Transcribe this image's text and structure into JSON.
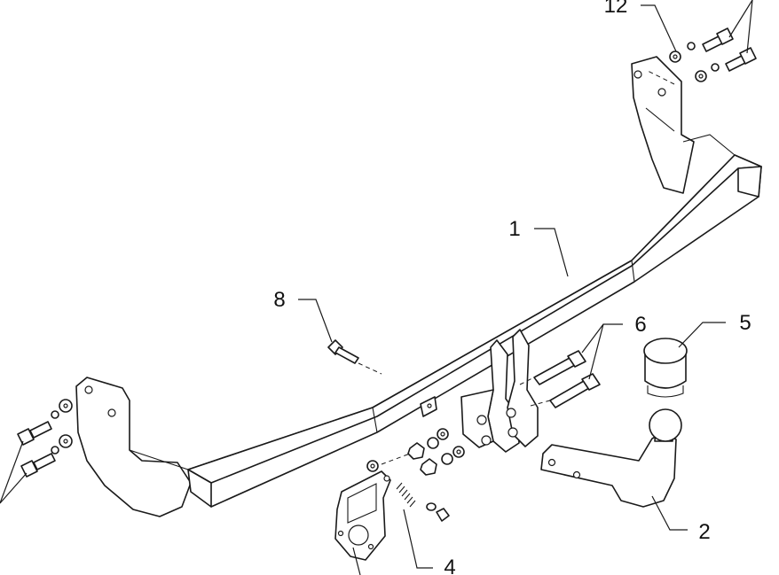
{
  "callouts": {
    "part_1": "1",
    "part_2": "2",
    "part_4": "4",
    "part_5": "5",
    "part_6": "6",
    "part_8": "8",
    "part_12": "12"
  }
}
